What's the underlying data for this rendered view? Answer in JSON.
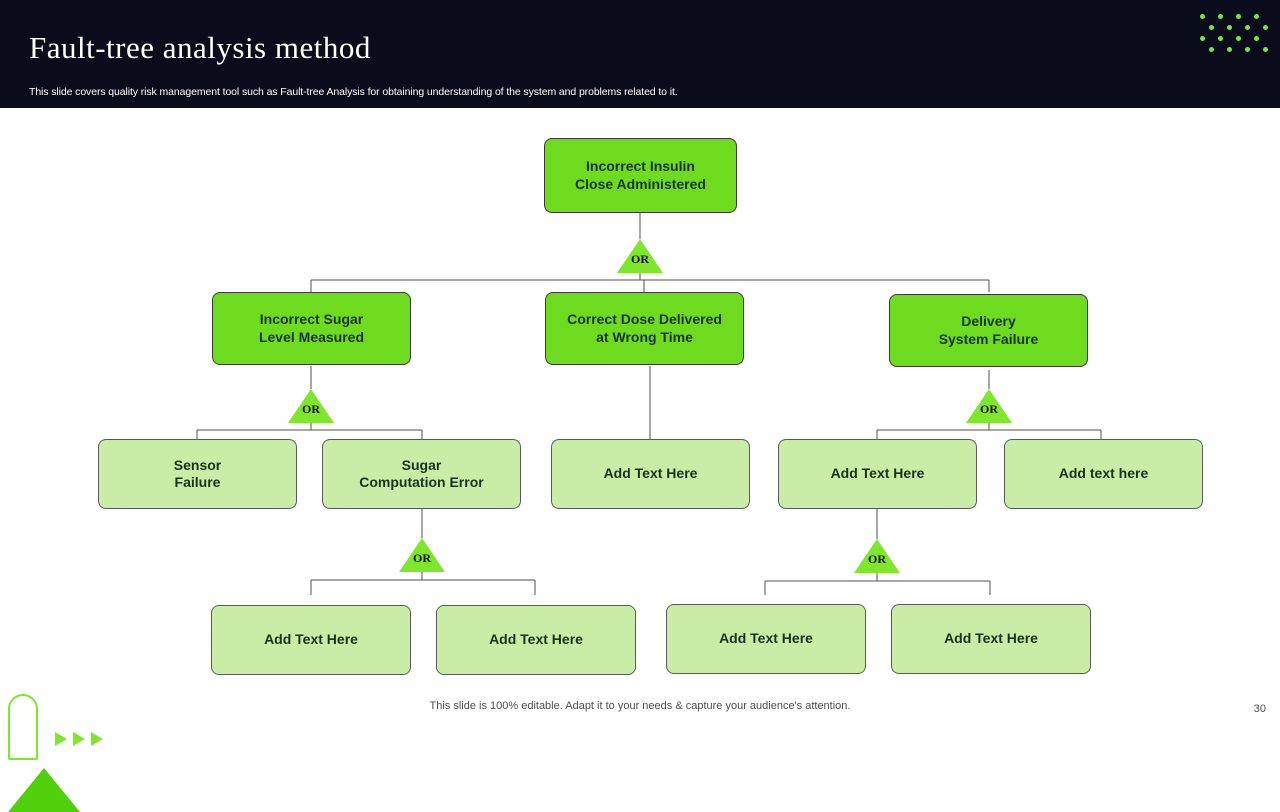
{
  "header": {
    "title": "Fault-tree analysis method",
    "subtitle": "This slide covers quality risk management tool such as Fault-tree Analysis for obtaining understanding of the system and problems related to it.",
    "accent_color": "#7ee62b",
    "background_color": "#0b0c1b"
  },
  "diagram": {
    "type": "fault-tree",
    "gate_label": "OR",
    "nodes": [
      {
        "id": "top",
        "label": "Incorrect Insulin\nClose Administered",
        "line1": "Incorrect Insulin",
        "line2": "Close Administered",
        "style": "dark"
      },
      {
        "id": "l1a",
        "line1": "Incorrect Sugar",
        "line2": "Level Measured",
        "style": "dark"
      },
      {
        "id": "l1b",
        "line1": "Correct Dose Delivered",
        "line2": "at Wrong Time",
        "style": "dark"
      },
      {
        "id": "l1c",
        "line1": "Delivery",
        "line2": "System Failure",
        "style": "dark"
      },
      {
        "id": "l2a",
        "line1": "Sensor",
        "line2": "Failure",
        "style": "light"
      },
      {
        "id": "l2b",
        "line1": "Sugar",
        "line2": "Computation Error",
        "style": "light"
      },
      {
        "id": "l2c",
        "line1": "Add Text Here",
        "line2": "",
        "style": "light"
      },
      {
        "id": "l2d",
        "line1": "Add Text Here",
        "line2": "",
        "style": "light"
      },
      {
        "id": "l2e",
        "line1": "Add text here",
        "line2": "",
        "style": "light"
      },
      {
        "id": "l3a",
        "line1": "Add Text Here",
        "line2": "",
        "style": "light"
      },
      {
        "id": "l3b",
        "line1": "Add Text Here",
        "line2": "",
        "style": "light"
      },
      {
        "id": "l3c",
        "line1": "Add Text Here",
        "line2": "",
        "style": "light"
      },
      {
        "id": "l3d",
        "line1": "Add Text Here",
        "line2": "",
        "style": "light"
      }
    ],
    "colors": {
      "node_dark": "#6fdb1e",
      "node_light": "#c9eda6",
      "gate": "#7ee62b",
      "connector": "#4f4f4f"
    }
  },
  "footer": {
    "note": "This slide is 100% editable. Adapt it to your needs & capture your audience's attention.",
    "page_number": "30"
  }
}
